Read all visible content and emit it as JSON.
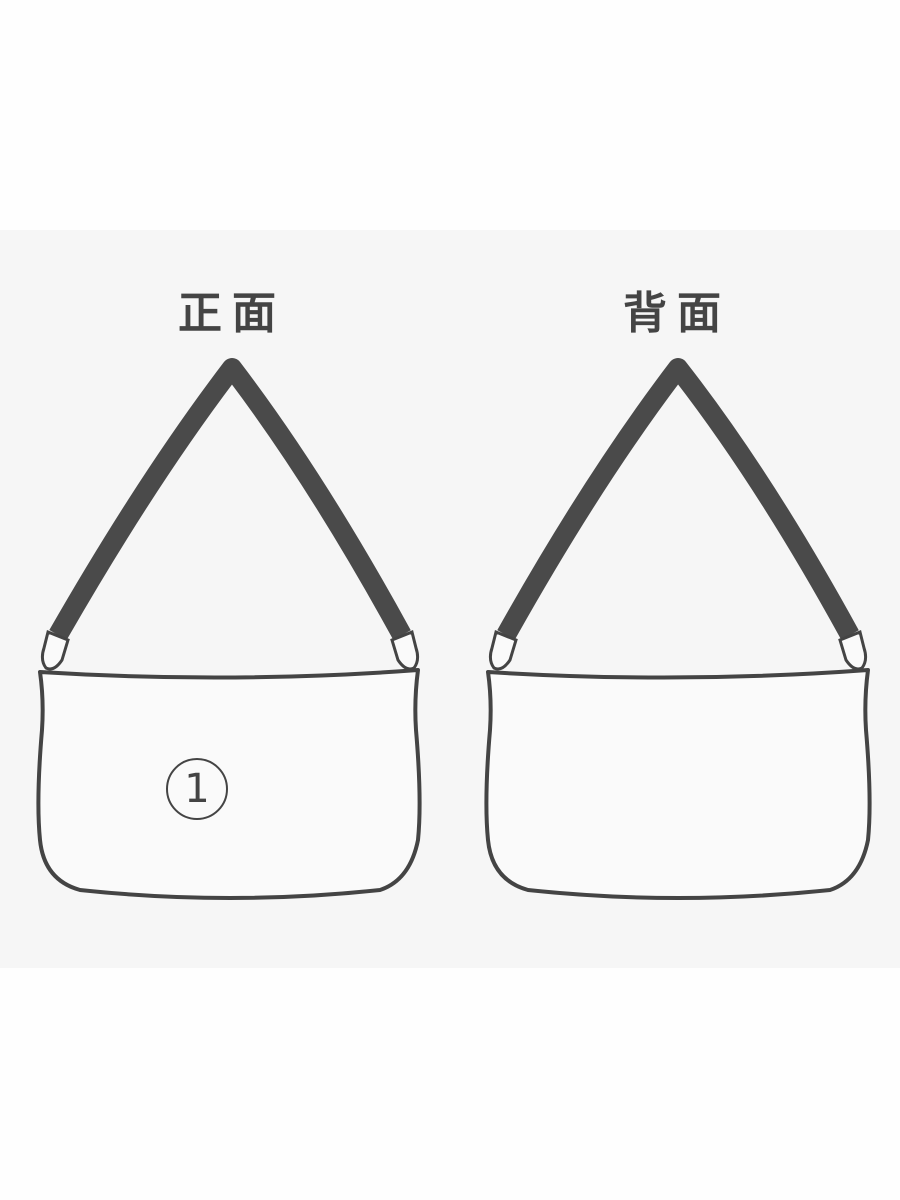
{
  "labels": {
    "front": "正面",
    "back": "背面"
  },
  "marker": {
    "number": "1"
  },
  "colors": {
    "background": "#fefefe",
    "panel": "#f6f6f6",
    "outline": "#444444",
    "strap": "#4a4a4a",
    "bag_fill": "#fafafa"
  }
}
